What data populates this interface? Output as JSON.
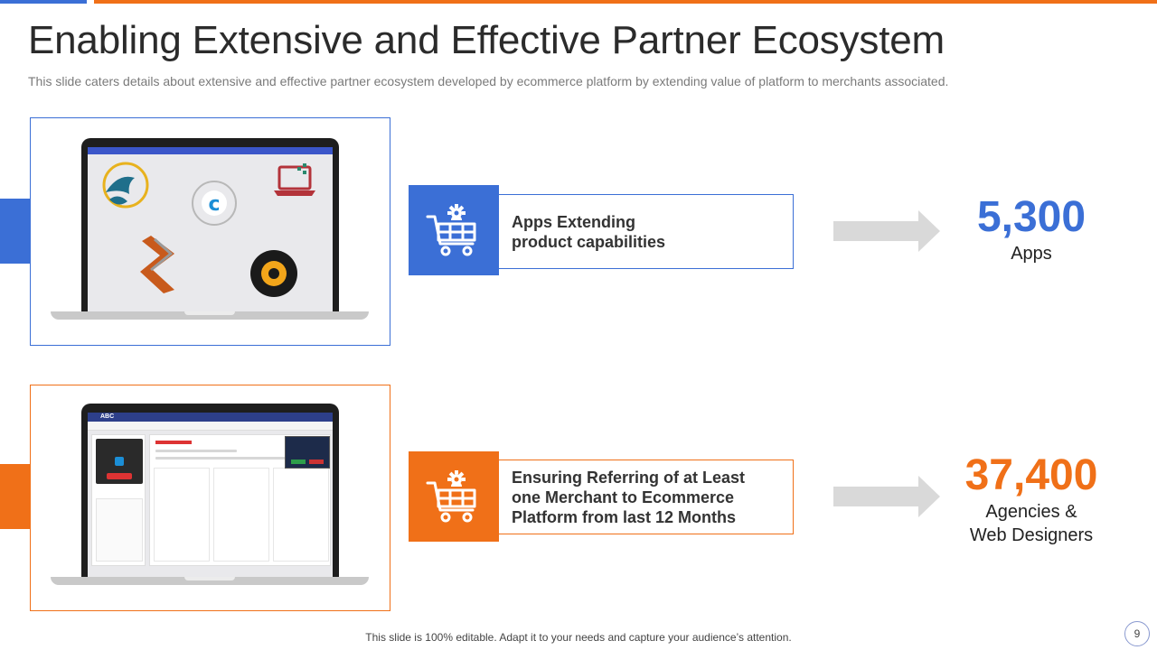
{
  "slide": {
    "title": "Enabling Extensive and Effective Partner Ecosystem",
    "subtitle": "This slide caters details about extensive and effective partner ecosystem developed by ecommerce platform by extending value of platform to merchants associated.",
    "footer": "This slide is 100% editable. Adapt it to your needs and capture your audience’s attention.",
    "page_number": "9"
  },
  "colors": {
    "blue": "#3B6FD6",
    "orange": "#F07018",
    "arrow": "#d9d9d9"
  },
  "cards": [
    {
      "label": "Apps Extending\nproduct capabilities",
      "value": "5,300",
      "caption": "Apps",
      "icon": "shopping-cart-gear-icon",
      "image": "laptop-partner-logos"
    },
    {
      "label": "Ensuring Referring of at Least\none Merchant to Ecommerce\nPlatform from last 12 Months",
      "value": "37,400",
      "caption": "Agencies &\nWeb Designers",
      "icon": "shopping-cart-gear-icon",
      "image": "laptop-crm-app"
    }
  ],
  "screen_app": {
    "logo": "ABC"
  }
}
